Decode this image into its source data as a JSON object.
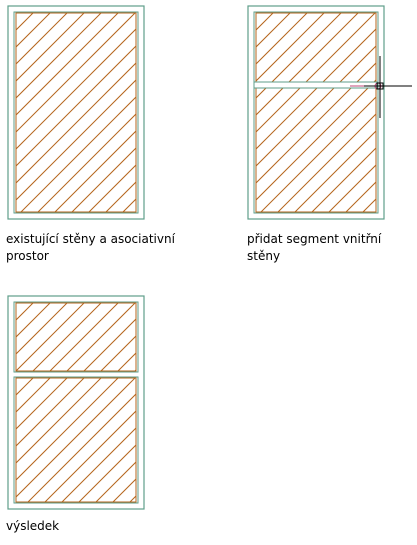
{
  "captions": {
    "existing": [
      "existující stěny a asociativní",
      "prostor"
    ],
    "add_segment": [
      "přidat segment vnitřní",
      "stěny"
    ],
    "result": [
      "výsledek"
    ]
  },
  "colors": {
    "wall": "#5f9e8a",
    "hatch": "#b5651d",
    "cursor": "#000000",
    "snap": "#c0487a"
  }
}
